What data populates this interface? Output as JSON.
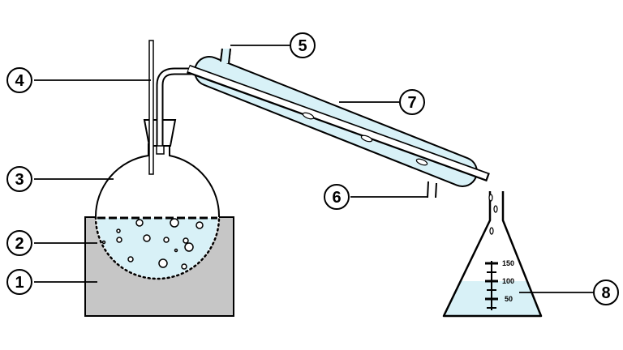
{
  "colors": {
    "stroke": "#000000",
    "liquid": "#d8f1f7",
    "bath": "#c6c6c6",
    "glass": "#ffffff",
    "coolant": "#d8f1f7"
  },
  "callouts": [
    {
      "id": "1",
      "label": "1"
    },
    {
      "id": "2",
      "label": "2"
    },
    {
      "id": "3",
      "label": "3"
    },
    {
      "id": "4",
      "label": "4"
    },
    {
      "id": "5",
      "label": "5"
    },
    {
      "id": "6",
      "label": "6"
    },
    {
      "id": "7",
      "label": "7"
    },
    {
      "id": "8",
      "label": "8"
    }
  ],
  "flask_scale": {
    "ticks": [
      {
        "label": "150"
      },
      {
        "label": "100"
      },
      {
        "label": "50"
      }
    ]
  }
}
